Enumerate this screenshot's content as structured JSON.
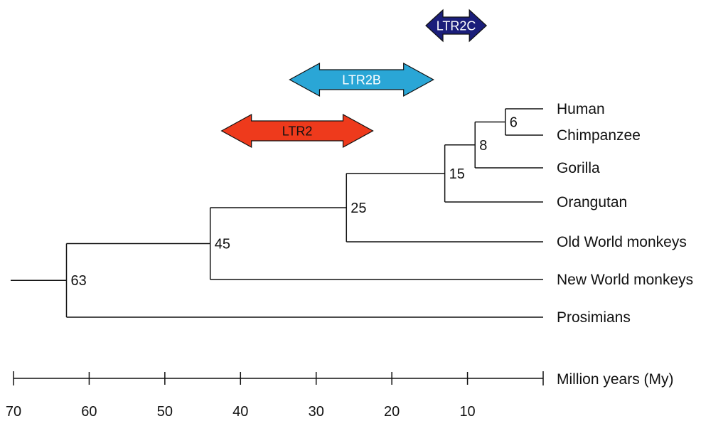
{
  "arrows": [
    {
      "id": "ltr2c",
      "label": "LTR2C",
      "from_my": 15.5,
      "to_my": 7.5,
      "color": "#1b1e7a",
      "text_color": "#ffffff"
    },
    {
      "id": "ltr2b",
      "label": "LTR2B",
      "from_my": 33.5,
      "to_my": 14.5,
      "color": "#2aa6d6",
      "text_color": "#ffffff"
    },
    {
      "id": "ltr2",
      "label": "LTR2",
      "from_my": 42.5,
      "to_my": 22.5,
      "color": "#ee3a1c",
      "text_color": "#111111"
    }
  ],
  "taxa": [
    "Human",
    "Chimpanzee",
    "Gorilla",
    "Orangutan",
    "Old World monkeys",
    "New World monkeys",
    "Prosimians"
  ],
  "nodes": [
    {
      "id": "n6",
      "label": "6",
      "age_my": 5,
      "children": [
        "Human",
        "Chimpanzee"
      ]
    },
    {
      "id": "n8",
      "label": "8",
      "age_my": 9,
      "children": [
        "n6",
        "Gorilla"
      ]
    },
    {
      "id": "n15",
      "label": "15",
      "age_my": 13,
      "children": [
        "n8",
        "Orangutan"
      ]
    },
    {
      "id": "n25",
      "label": "25",
      "age_my": 26,
      "children": [
        "n15",
        "Old World monkeys"
      ]
    },
    {
      "id": "n45",
      "label": "45",
      "age_my": 44,
      "children": [
        "n25",
        "New World monkeys"
      ]
    },
    {
      "id": "n63",
      "label": "63",
      "age_my": 63,
      "children": [
        "n45",
        "Prosimians"
      ]
    }
  ],
  "root_age_my": 70,
  "axis": {
    "label": "Million years (My)",
    "ticks": [
      70,
      60,
      50,
      40,
      30,
      20,
      10
    ],
    "tick_labels": [
      "70",
      "60",
      "50",
      "40",
      "30",
      "20",
      "10"
    ],
    "max_my": 70,
    "min_my": 0
  }
}
